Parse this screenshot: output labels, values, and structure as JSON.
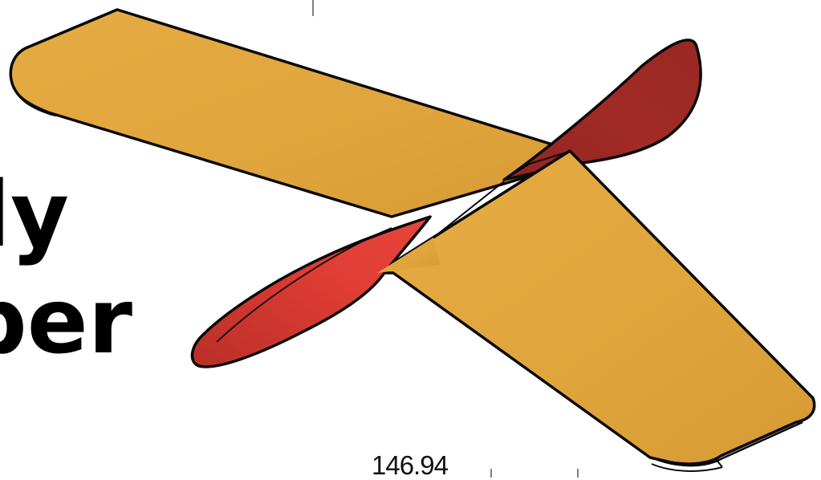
{
  "title": {
    "line1": "ly",
    "line2": "per"
  },
  "model": {
    "dimension_label": "146.94"
  },
  "colors": {
    "background": "#ffffff",
    "wing": "#e0a63c",
    "wing_shadow": "#c98f2b",
    "fin": "#b83028",
    "fin_highlight": "#e2413a",
    "outline": "#0a0a0a"
  }
}
